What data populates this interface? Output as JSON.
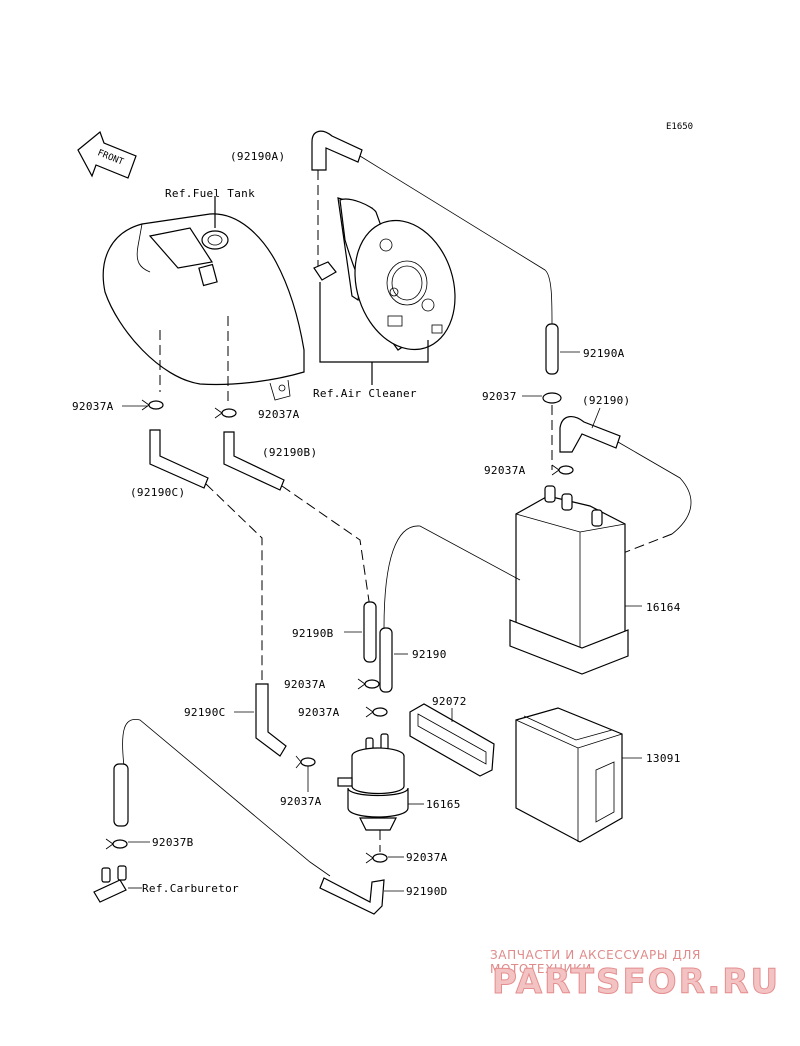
{
  "diagram_code": "E1650",
  "front_label": "FRONT",
  "ref_labels": {
    "fuel_tank": "Ref.Fuel Tank",
    "air_cleaner": "Ref.Air Cleaner",
    "carburetor": "Ref.Carburetor"
  },
  "part_labels": {
    "p92190A_top": "(92190A)",
    "p92190A_right": "92190A",
    "p92037_top": "92037",
    "p92190_paren": "(92190)",
    "p92037A_right_top": "92037A",
    "p92037A_left": "92037A",
    "p92037A_tank": "92037A",
    "p92190B_paren": "(92190B)",
    "p92190C_paren": "(92190C)",
    "p16164": "16164",
    "p92190B": "92190B",
    "p92190": "92190",
    "p92037A_mid1": "92037A",
    "p92190C": "92190C",
    "p92037A_mid2": "92037A",
    "p92072": "92072",
    "p13091": "13091",
    "p92037A_filter": "92037A",
    "p16165": "16165",
    "p92037B": "92037B",
    "p92037A_bottom": "92037A",
    "p92190D": "92190D"
  },
  "watermark": {
    "line1": "ЗАПЧАСТИ И АКСЕССУАРЫ ДЛЯ МОТОТЕХНИКИ",
    "line2": "PARTSFOR.RU"
  }
}
